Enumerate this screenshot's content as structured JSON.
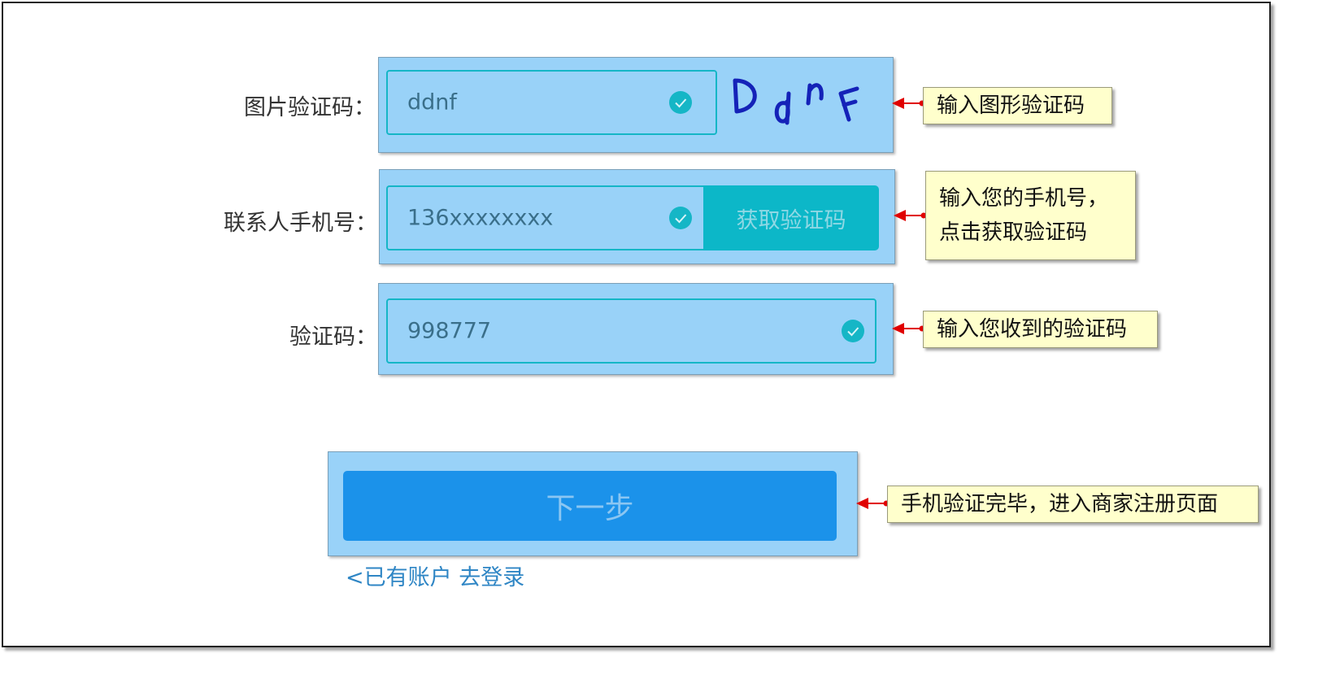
{
  "form": {
    "captcha": {
      "label": "图片验证码：",
      "value": "ddnf",
      "image_text": "DdnF",
      "check_icon": "check-circle-icon"
    },
    "phone": {
      "label": "联系人手机号：",
      "value": "136xxxxxxxx",
      "get_code_label": "获取验证码",
      "check_icon": "check-circle-icon"
    },
    "sms_code": {
      "label": "验证码：",
      "value": "998777",
      "check_icon": "check-circle-icon"
    },
    "next_button": "下一步",
    "login_link": "<已有账户 去登录"
  },
  "annotations": {
    "captcha_note": "输入图形验证码",
    "phone_note_line1": "输入您的手机号，",
    "phone_note_line2": "点击获取验证码",
    "sms_note": "输入您收到的验证码",
    "next_note": "手机验证完毕，进入商家注册页面"
  },
  "colors": {
    "panel_bg": "#99d2f8",
    "field_border": "#15b6c6",
    "primary_button": "#1b92ea",
    "note_bg": "#ffffcc",
    "arrow": "#e00000"
  }
}
